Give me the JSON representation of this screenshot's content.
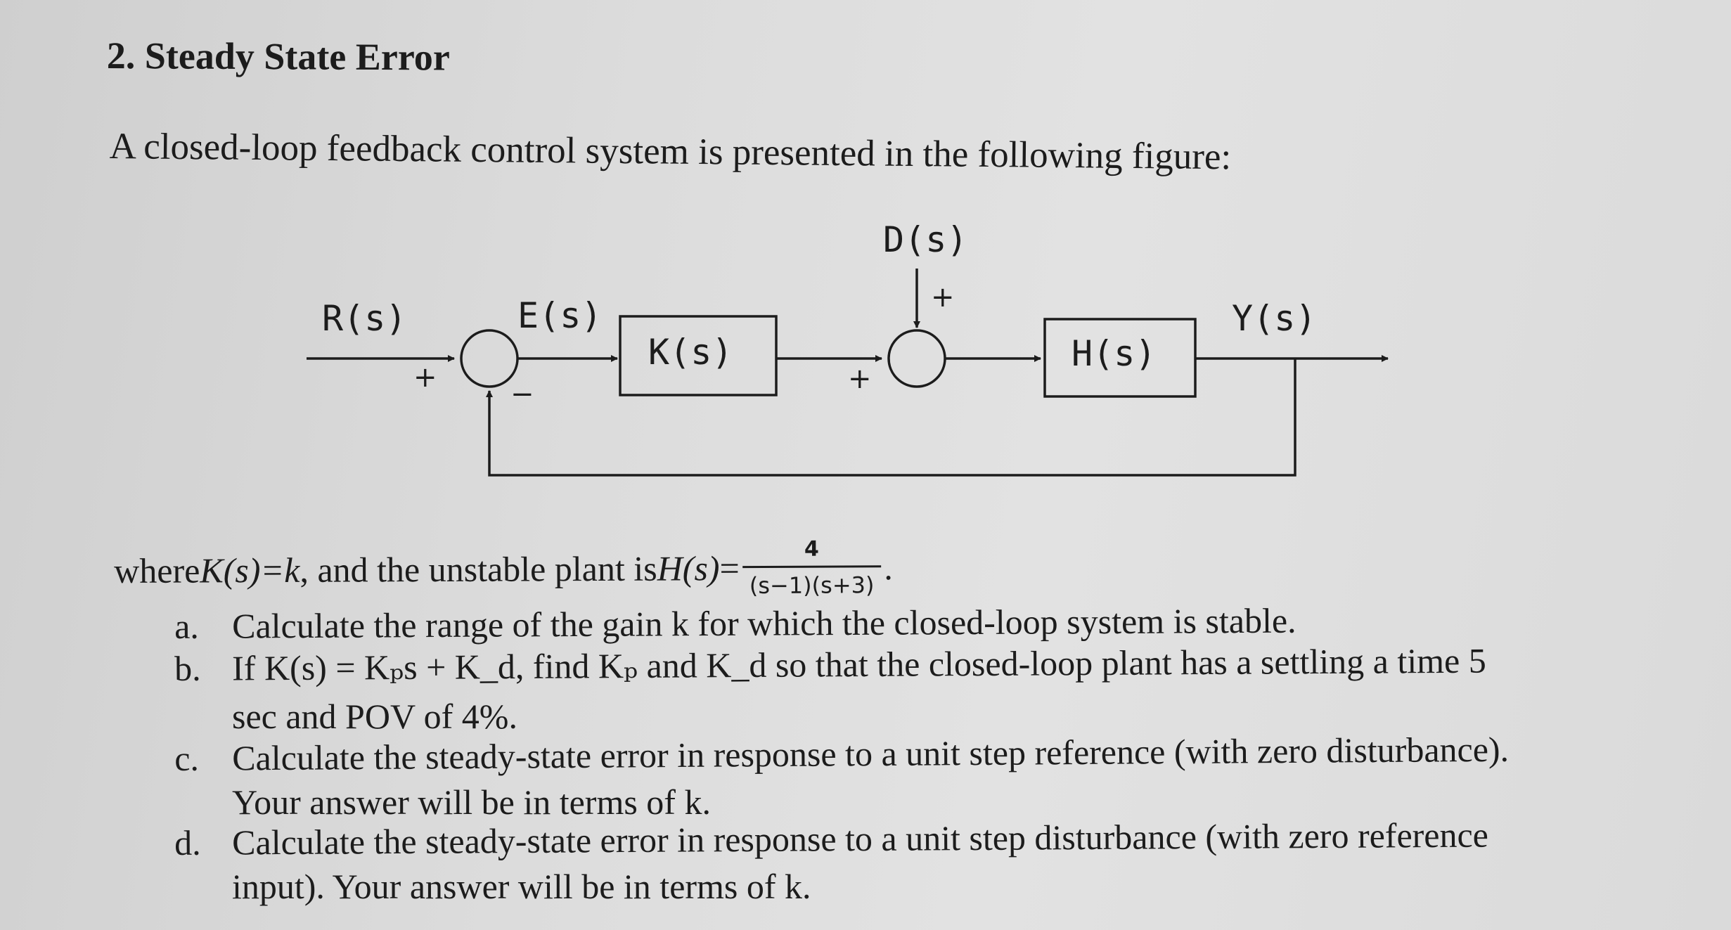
{
  "problem": {
    "title": "2. Steady State Error",
    "intro": "A closed-loop feedback control system is presented in the following figure:"
  },
  "diagram": {
    "signals": {
      "reference": "R(s)",
      "error": "E(s)",
      "disturbance": "D(s)",
      "output": "Y(s)"
    },
    "blocks": {
      "controller": "K(s)",
      "plant": "H(s)"
    },
    "signs": {
      "sum1_ref": "+",
      "sum1_fb": "−",
      "sum2_ctrl": "+",
      "sum2_dist": "+"
    }
  },
  "where": {
    "prefix": "where ",
    "ks": "K(s)=k",
    "middle": ", and the unstable plant is ",
    "hs": "H(s)",
    "equals": " = ",
    "numerator": "4",
    "denominator": "(s−1)(s+3)",
    "suffix": "."
  },
  "questions": [
    {
      "label": "a.",
      "line1": "Calculate the range of the gain k for which the closed-loop system is stable."
    },
    {
      "label": "b.",
      "line1": "If K(s) = Kₚs + K_d, find Kₚ and K_d so that the closed-loop plant has a settling a time 5",
      "line2": "sec and POV of 4%."
    },
    {
      "label": "c.",
      "line1": "Calculate the steady-state error in response to a unit step reference (with zero disturbance).",
      "line2": "Your answer will be in terms of k."
    },
    {
      "label": "d.",
      "line1": "Calculate the steady-state error in response to a unit step disturbance (with zero reference",
      "line2": "input). Your answer will be in terms of k."
    }
  ]
}
